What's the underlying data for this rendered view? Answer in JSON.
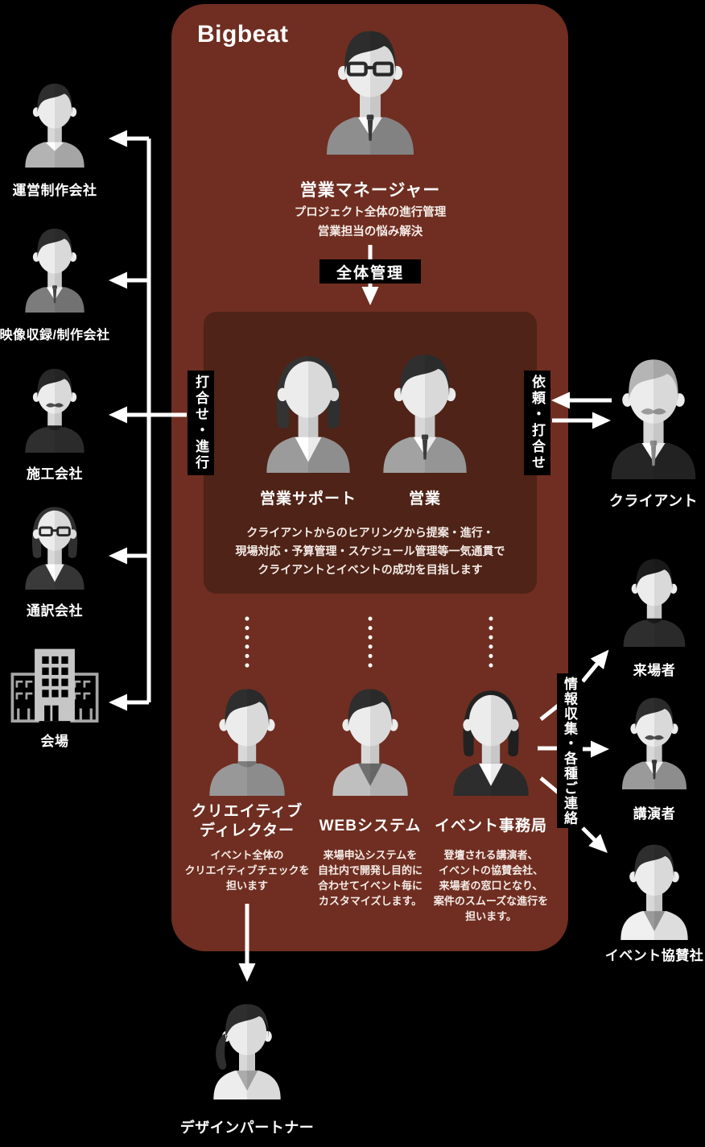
{
  "brand": "Bigbeat",
  "manager": {
    "name": "営業マネージャー",
    "desc_lines": [
      "プロジェクト全体の進行管理",
      "営業担当の悩み解決"
    ]
  },
  "flow_labels": {
    "overall": "全体管理",
    "left": "打合せ・進行",
    "right": "依頼・打合せ",
    "info": "情報収集・各種ご連絡"
  },
  "sales_team": {
    "members": [
      "営業サポート",
      "営業"
    ],
    "desc_lines": [
      "クライアントからのヒアリングから提案・進行・",
      "現場対応・予算管理・スケジュール管理等一気通貫で",
      "クライアントとイベントの成功を目指します"
    ]
  },
  "client": {
    "name": "クライアント"
  },
  "left_partners": [
    {
      "name": "運営制作会社"
    },
    {
      "name": "映像収録/制作会社"
    },
    {
      "name": "施工会社"
    },
    {
      "name": "通訳会社"
    },
    {
      "name": "会場"
    }
  ],
  "internal_roles": [
    {
      "name_lines": [
        "クリエイティブ",
        "ディレクター"
      ],
      "desc_lines": [
        "イベント全体の",
        "クリエイティブチェックを",
        "担います"
      ]
    },
    {
      "name_lines": [
        "WEBシステム"
      ],
      "desc_lines": [
        "来場申込システムを",
        "自社内で開発し目的に",
        "合わせてイベント毎に",
        "カスタマイズします。"
      ]
    },
    {
      "name_lines": [
        "イベント事務局"
      ],
      "desc_lines": [
        "登壇される講演者、",
        "イベントの協賛会社、",
        "来場者の窓口となり、",
        "案件のスムーズな進行を",
        "担います。"
      ]
    }
  ],
  "right_contacts": [
    {
      "name": "来場者"
    },
    {
      "name": "講演者"
    },
    {
      "name": "イベント協賛社"
    }
  ],
  "design_partner": {
    "name": "デザインパートナー"
  },
  "colors": {
    "background": "#000000",
    "panel": "#6F2E21",
    "panel_inner": "#4F2317",
    "tag_bg": "#000000",
    "text": "#FFFFFF"
  }
}
